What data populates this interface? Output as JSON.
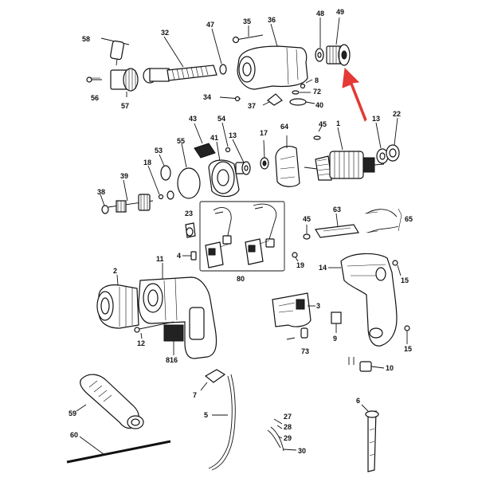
{
  "diagram": {
    "labels": {
      "p1": "1",
      "p2": "2",
      "p3": "3",
      "p4": "4",
      "p5": "5",
      "p6": "6",
      "p7": "7",
      "p8": "8",
      "p9": "9",
      "p10": "10",
      "p11": "11",
      "p12": "12",
      "p13a": "13",
      "p13b": "13",
      "p14": "14",
      "p15a": "15",
      "p15b": "15",
      "p17": "17",
      "p18": "18",
      "p19": "19",
      "p22": "22",
      "p23": "23",
      "p27": "27",
      "p28": "28",
      "p29": "29",
      "p30": "30",
      "p32": "32",
      "p34": "34",
      "p35": "35",
      "p36": "36",
      "p37": "37",
      "p38": "38",
      "p39": "39",
      "p40": "40",
      "p41": "41",
      "p43": "43",
      "p45a": "45",
      "p45b": "45",
      "p47": "47",
      "p48": "48",
      "p49": "49",
      "p53": "53",
      "p54": "54",
      "p55": "55",
      "p56": "56",
      "p57": "57",
      "p58": "58",
      "p59": "59",
      "p60": "60",
      "p63": "63",
      "p64": "64",
      "p65": "65",
      "p72": "72",
      "p73": "73",
      "p80": "80",
      "p816": "816"
    },
    "colors": {
      "line": "#111111",
      "highlight_arrow": "#e53935",
      "background": "#ffffff"
    }
  }
}
